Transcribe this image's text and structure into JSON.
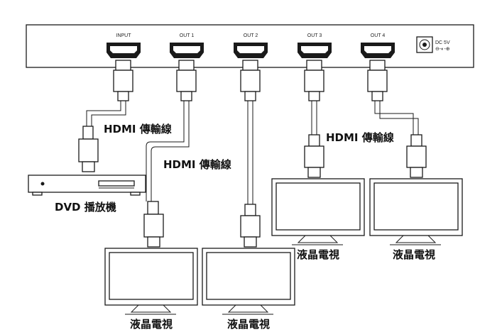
{
  "splitter": {
    "ports": [
      "INPUT",
      "OUT 1",
      "OUT 2",
      "OUT 3",
      "OUT 4"
    ],
    "power_label_line1": "DC 5V",
    "power_label_line2": "⊖-◐-⊕"
  },
  "cable_labels": {
    "input_cable": "HDMI 傳輸線",
    "out1_cable": "HDMI 傳輸線",
    "out4_cable": "HDMI 傳輸線"
  },
  "devices": {
    "dvd_label": "DVD 播放機",
    "tv_labels": [
      "液晶電視",
      "液晶電視",
      "液晶電視",
      "液晶電視"
    ]
  }
}
